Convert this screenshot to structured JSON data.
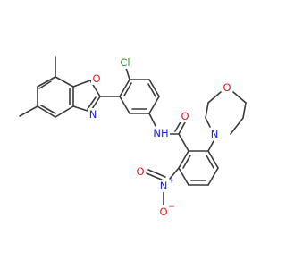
{
  "molecule": {
    "atom_labels": {
      "chlorine": "Cl",
      "oxazole_oxygen": "O",
      "oxazole_nitrogen": "N",
      "amide_nh": "NH",
      "carbonyl_oxygen": "O",
      "morpholine_nitrogen": "N",
      "morpholine_oxygen": "O",
      "nitro_nitrogen": "N",
      "nitro_nitrogen_charge": "+",
      "nitro_oxygen_top": "O",
      "nitro_oxygen_minus": "O",
      "nitro_oxygen_charge": "−"
    },
    "colors": {
      "bond": "#3a3a3a",
      "carbon_text": "#333333",
      "chlorine": "#2a9d2a",
      "oxygen": "#e02020",
      "nitrogen": "#2020e0"
    }
  }
}
